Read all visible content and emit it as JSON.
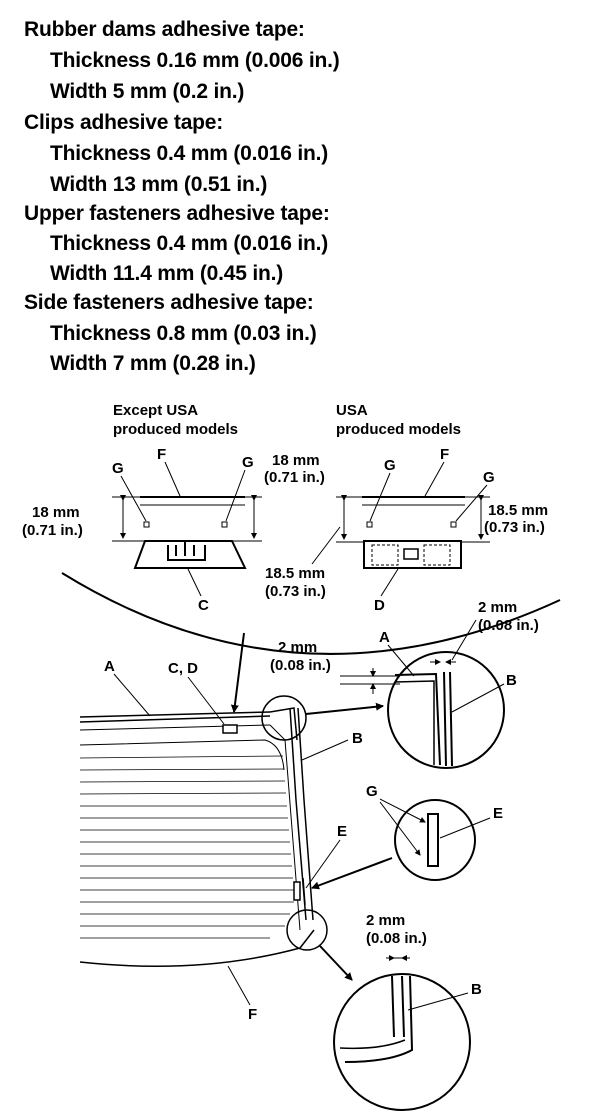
{
  "specs": [
    {
      "heading": "Rubber dams adhesive tape:",
      "thickness": "Thickness 0.16 mm (0.006 in.)",
      "width": "Width 5 mm (0.2 in.)"
    },
    {
      "heading": "Clips adhesive tape:",
      "thickness": "Thickness 0.4 mm (0.016 in.)",
      "width": "Width 13 mm (0.51 in.)"
    },
    {
      "heading": "Upper fasteners adhesive tape:",
      "thickness": "Thickness 0.4 mm (0.016 in.)",
      "width": "Width 11.4 mm (0.45 in.)"
    },
    {
      "heading": "Side fasteners adhesive tape:",
      "thickness": "Thickness 0.8 mm (0.03 in.)",
      "width": "Width 7 mm (0.28 in.)"
    }
  ],
  "variants": {
    "except_usa": {
      "line1": "Except USA",
      "line2": "produced models"
    },
    "usa": {
      "line1": "USA",
      "line2": "produced models"
    }
  },
  "dimensions": {
    "d18_mm": "18 mm",
    "d18_in": "(0.71 in.)",
    "d185_mm": "18.5 mm",
    "d185_in": "(0.73 in.)",
    "d2_mm": "2 mm",
    "d2_in": "(0.08 in.)"
  },
  "callouts": {
    "A": "A",
    "B": "B",
    "C": "C",
    "D": "D",
    "E": "E",
    "F": "F",
    "G": "G",
    "CD": "C, D"
  }
}
